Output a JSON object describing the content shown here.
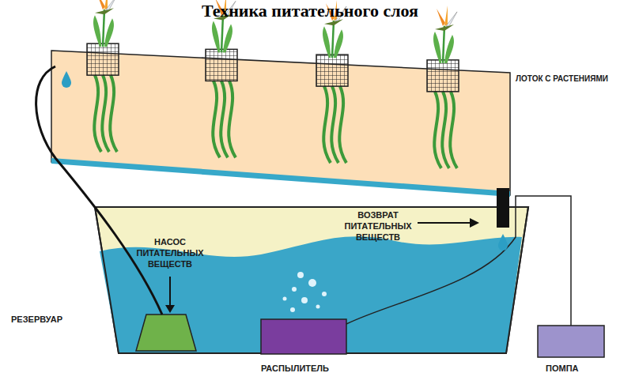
{
  "diagram": {
    "title": "Техника питательного слоя",
    "labels": [
      "ЛОТОК С РАСТЕНИЯМИ",
      "НАСОС ПИТАТЕЛЬНЫХ ВЕЩЕСТВ",
      "ВОЗВРАТ ПИТАТЕЛЬНЫХ ВЕЩЕСТВ",
      "РЕЗЕРВУАР",
      "РАСПЫЛИТЕЛЬ",
      "ПОМПА"
    ]
  }
}
